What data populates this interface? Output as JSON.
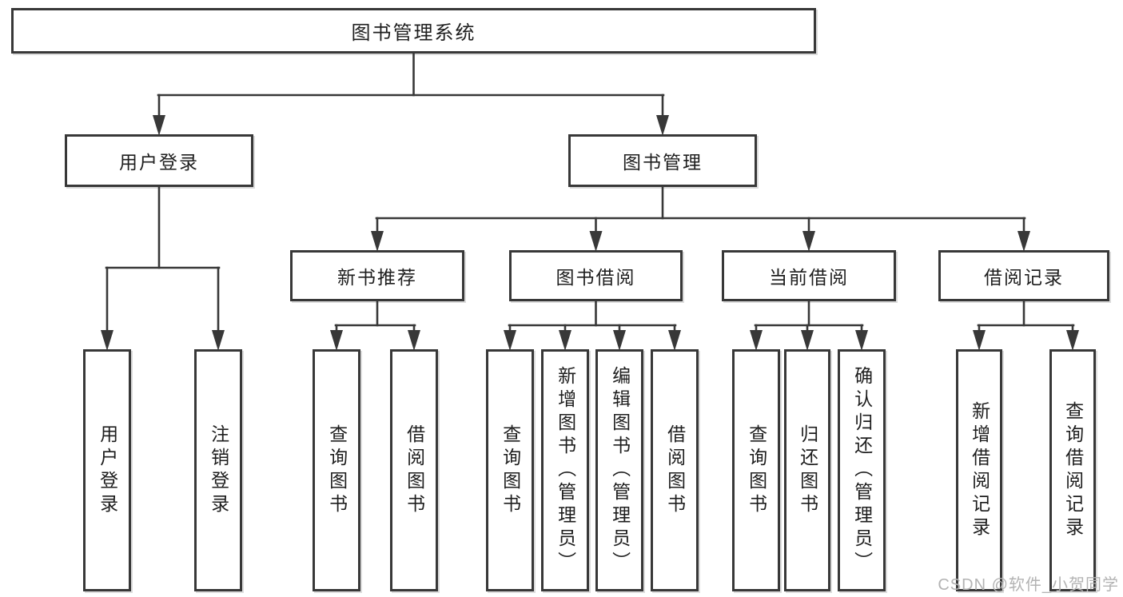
{
  "diagram": {
    "title": "图书管理系统",
    "watermark": "CSDN @软件_小贺同学",
    "colors": {
      "line": "#383838",
      "box_border": "#383838",
      "text": "#1e1e1e",
      "watermark": "#b3b3b3",
      "background": "#ffffff"
    },
    "tree": {
      "id": "root",
      "label": "图书管理系统",
      "children": [
        {
          "id": "user-login",
          "label": "用户登录",
          "children": [
            {
              "id": "leaf-user-login",
              "label": "用户登录",
              "vertical": true
            },
            {
              "id": "leaf-logout",
              "label": "注销登录",
              "vertical": true
            }
          ]
        },
        {
          "id": "book-mgmt",
          "label": "图书管理",
          "children": [
            {
              "id": "new-book-rec",
              "label": "新书推荐",
              "children": [
                {
                  "id": "leaf-nb-query",
                  "label": "查询图书",
                  "vertical": true
                },
                {
                  "id": "leaf-nb-borrow",
                  "label": "借阅图书",
                  "vertical": true
                }
              ]
            },
            {
              "id": "book-borrow",
              "label": "图书借阅",
              "children": [
                {
                  "id": "leaf-bb-query",
                  "label": "查询图书",
                  "vertical": true
                },
                {
                  "id": "leaf-bb-add",
                  "label": "新增图书（管理员）",
                  "vertical": true
                },
                {
                  "id": "leaf-bb-edit",
                  "label": "编辑图书（管理员）",
                  "vertical": true
                },
                {
                  "id": "leaf-bb-borrow",
                  "label": "借阅图书",
                  "vertical": true
                }
              ]
            },
            {
              "id": "current-borrow",
              "label": "当前借阅",
              "children": [
                {
                  "id": "leaf-cb-query",
                  "label": "查询图书",
                  "vertical": true
                },
                {
                  "id": "leaf-cb-return",
                  "label": "归还图书",
                  "vertical": true
                },
                {
                  "id": "leaf-cb-confirm",
                  "label": "确认归还（管理员）",
                  "vertical": true
                }
              ]
            },
            {
              "id": "borrow-record",
              "label": "借阅记录",
              "children": [
                {
                  "id": "leaf-br-add",
                  "label": "新增借阅记录",
                  "vertical": true
                },
                {
                  "id": "leaf-br-query",
                  "label": "查询借阅记录",
                  "vertical": true
                }
              ]
            }
          ]
        }
      ]
    }
  }
}
